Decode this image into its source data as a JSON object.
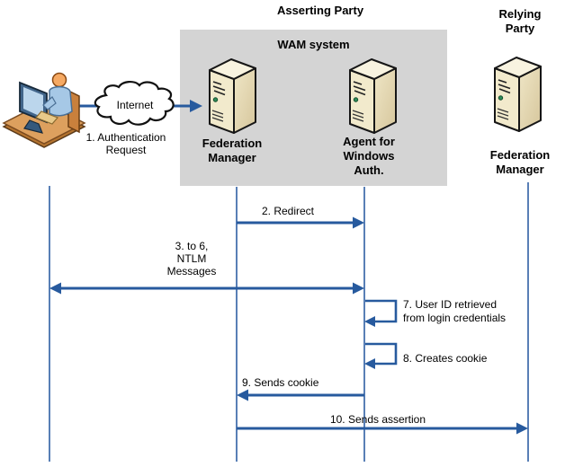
{
  "diagram": {
    "title_asserting": "Asserting Party",
    "title_relying": "Relying Party",
    "wam_box_label": "WAM system",
    "internet_label": "Internet",
    "nodes": {
      "user": "user-at-computer",
      "fm_asserting": "Federation Manager",
      "agent": "Agent for Windows Auth.",
      "fm_relying": "Federation Manager"
    },
    "messages": [
      {
        "step": "1",
        "label": "1. Authentication Request",
        "from": "user",
        "to": "federation-manager-asserting",
        "direction": "right"
      },
      {
        "step": "2",
        "label": "2. Redirect",
        "from": "federation-manager-asserting",
        "to": "agent-for-windows-auth",
        "direction": "right"
      },
      {
        "step": "3 to 6",
        "label": "3. to 6, NTLM Messages",
        "from": "user",
        "to": "agent-for-windows-auth",
        "direction": "both"
      },
      {
        "step": "7",
        "label": "7. User ID retrieved from login credentials",
        "from": "agent-for-windows-auth",
        "to": "agent-for-windows-auth",
        "direction": "self"
      },
      {
        "step": "8",
        "label": "8. Creates cookie",
        "from": "agent-for-windows-auth",
        "to": "agent-for-windows-auth",
        "direction": "self"
      },
      {
        "step": "9",
        "label": "9. Sends cookie",
        "from": "agent-for-windows-auth",
        "to": "federation-manager-asserting",
        "direction": "left"
      },
      {
        "step": "10",
        "label": "10. Sends assertion",
        "from": "federation-manager-asserting",
        "to": "federation-manager-relying",
        "direction": "right"
      }
    ],
    "colors": {
      "arrow_blue": "#275a9e",
      "box_gray": "#d4d4d4"
    }
  }
}
